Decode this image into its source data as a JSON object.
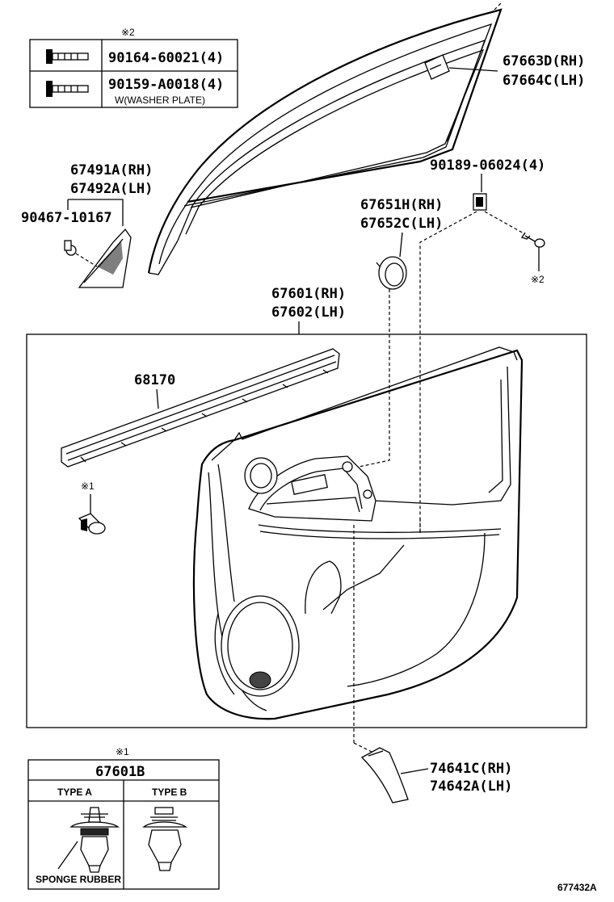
{
  "diagram": {
    "figure_code": "677432A",
    "fastener_table": {
      "note_mark": "※2",
      "rows": [
        {
          "icon": "bolt-icon",
          "part": "90164-60021(4)",
          "note": ""
        },
        {
          "icon": "bolt-with-washer-icon",
          "part": "90159-A0018(4)",
          "note": "W(WASHER PLATE)"
        }
      ]
    },
    "labels": {
      "trim_board": [
        "67601(RH)",
        "67602(LH)"
      ],
      "weatherstrip": "68170",
      "glass_clip": [
        "67663D(RH)",
        "67664C(LH)"
      ],
      "screw": "90189-06024(4)",
      "screw_note": "※2",
      "cover": [
        "67651H(RH)",
        "67652C(LH)"
      ],
      "corner_piece": [
        "67491A(RH)",
        "67492A(LH)"
      ],
      "corner_screw": "90467-10167",
      "clip_note": "※1",
      "lower_trim": [
        "74641C(RH)",
        "74642A(LH)"
      ]
    },
    "clip_table": {
      "note_mark": "※1",
      "part": "67601B",
      "type_a": "TYPE A",
      "type_b": "TYPE B",
      "sponge": "SPONGE RUBBER"
    }
  }
}
